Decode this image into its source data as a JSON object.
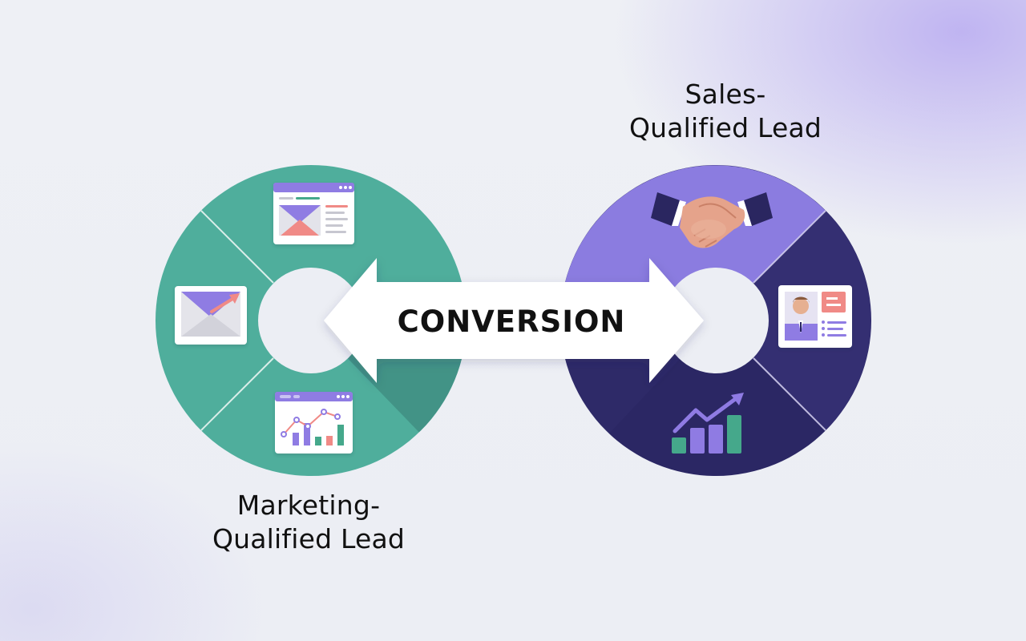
{
  "center": {
    "label": "CONVERSION"
  },
  "sql": {
    "line1": "Sales-",
    "line2": "Qualified Lead"
  },
  "mql": {
    "line1": "Marketing-",
    "line2": "Qualified Lead"
  },
  "colors": {
    "teal": "#4fae9c",
    "teal_dark": "#3f8e82",
    "purple_light": "#8b7ce0",
    "navy": "#2e2a68",
    "navy_mid": "#383278",
    "accent_purple": "#8f7be3",
    "coral": "#f08a86",
    "green": "#45a88b"
  },
  "icons": [
    "email-template-icon",
    "send-email-icon",
    "analytics-dashboard-icon",
    "handshake-icon",
    "contact-card-icon",
    "growth-chart-icon"
  ]
}
